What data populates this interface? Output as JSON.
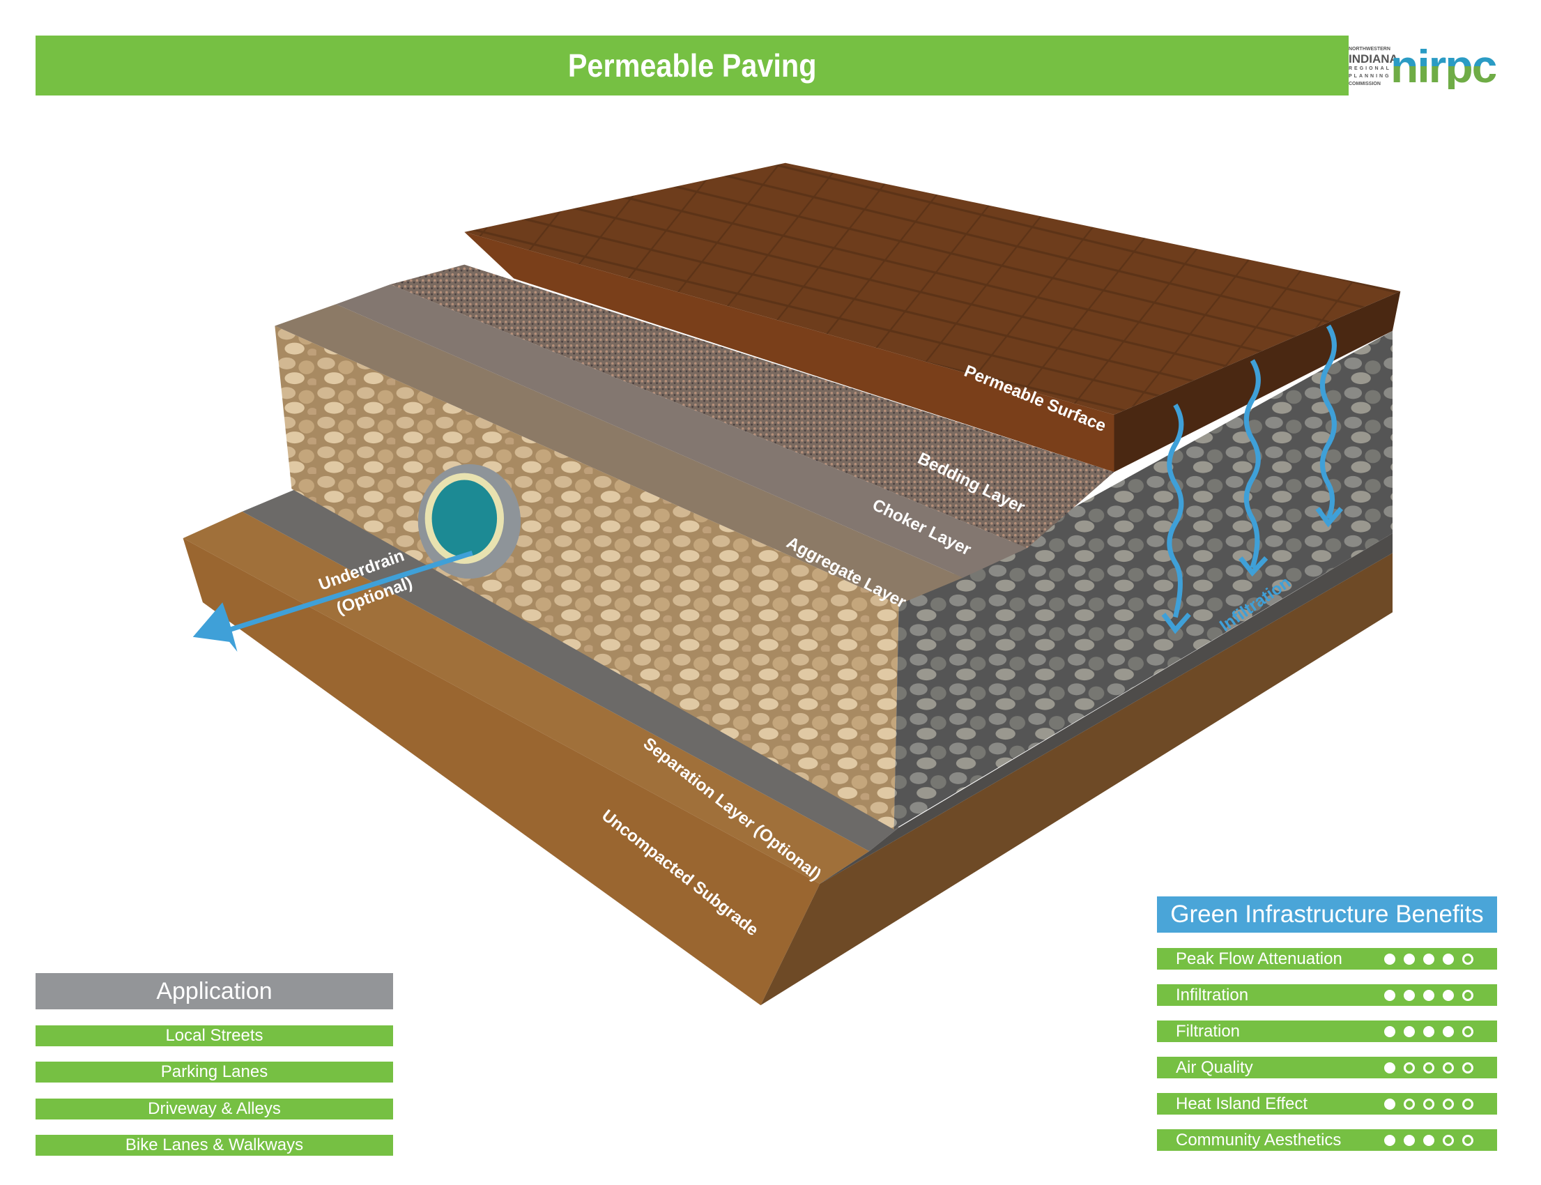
{
  "header": {
    "title": "Permeable Paving"
  },
  "logo": {
    "line1": "NORTHWESTERN",
    "line2": "INDIANA",
    "line3": "REGIONAL",
    "line4": "PLANNING",
    "line5": "COMMISSION",
    "wordmark": "nirpc"
  },
  "diagram": {
    "labels": {
      "permeable_surface": "Permeable Surface",
      "bedding_layer": "Bedding Layer",
      "choker_layer": "Choker Layer",
      "aggregate_layer": "Aggregate Layer",
      "underdrain": "Underdrain",
      "underdrain_optional": "(Optional)",
      "infiltration": "Infiltration",
      "separation_layer": "Separation Layer (Optional)",
      "subgrade": "Uncompacted Subgrade"
    },
    "colors": {
      "arrow": "#3fa0d8",
      "pavers": "#6b3a1c",
      "subgrade": "#8a5a2a",
      "aggregate": "#b89a72"
    }
  },
  "application": {
    "title": "Application",
    "items": [
      "Local Streets",
      "Parking Lanes",
      "Driveway & Alleys",
      "Bike Lanes & Walkways"
    ]
  },
  "benefits": {
    "title": "Green Infrastructure Benefits",
    "max_rating": 5,
    "items": [
      {
        "label": "Peak Flow Attenuation",
        "rating": 4
      },
      {
        "label": "Infiltration",
        "rating": 4
      },
      {
        "label": "Filtration",
        "rating": 4
      },
      {
        "label": "Air Quality",
        "rating": 1
      },
      {
        "label": "Heat Island Effect",
        "rating": 1
      },
      {
        "label": "Community Aesthetics",
        "rating": 3
      }
    ]
  }
}
